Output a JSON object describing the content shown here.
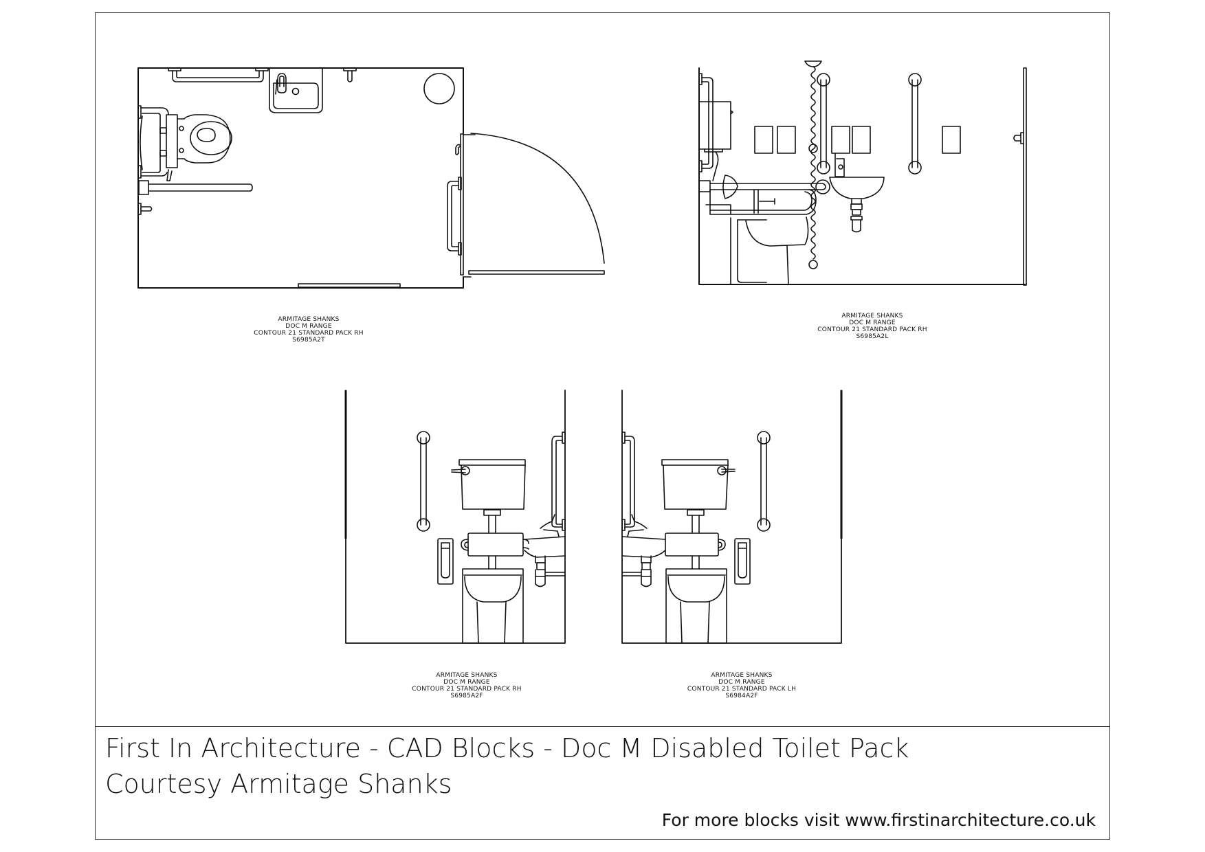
{
  "sheet": {
    "title_line_1": "First In Architecture - CAD Blocks - Doc M Disabled Toilet Pack",
    "title_line_2": "Courtesy Armitage Shanks",
    "footer": "For more blocks visit www.firstinarchitecture.co.uk",
    "line_color": "#111111",
    "background": "#ffffff"
  },
  "drawings": [
    {
      "view": "plan",
      "label": {
        "line1": "ARMITAGE SHANKS",
        "line2": "DOC M RANGE",
        "line3": "CONTOUR 21 STANDARD PACK RH",
        "code": "S6985A2T"
      }
    },
    {
      "view": "side-elevation",
      "label": {
        "line1": "ARMITAGE SHANKS",
        "line2": "DOC M RANGE",
        "line3": "CONTOUR 21 STANDARD PACK RH",
        "code": "S6985A2L"
      }
    },
    {
      "view": "front-elevation-rh",
      "label": {
        "line1": "ARMITAGE SHANKS",
        "line2": "DOC M RANGE",
        "line3": "CONTOUR 21 STANDARD PACK RH",
        "code": "S6985A2F"
      }
    },
    {
      "view": "front-elevation-lh",
      "label": {
        "line1": "ARMITAGE SHANKS",
        "line2": "DOC M RANGE",
        "line3": "CONTOUR 21 STANDARD PACK LH",
        "code": "S6984A2F"
      }
    }
  ]
}
